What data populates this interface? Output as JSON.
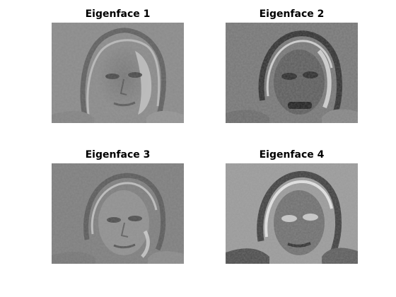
{
  "figure": {
    "panels": [
      {
        "title": "Eigenface 1",
        "background": "#8a8a8a",
        "palette": "light"
      },
      {
        "title": "Eigenface 2",
        "background": "#767676",
        "palette": "dark"
      },
      {
        "title": "Eigenface 3",
        "background": "#7e7e7e",
        "palette": "mid"
      },
      {
        "title": "Eigenface 4",
        "background": "#9a9a9a",
        "palette": "contrast"
      }
    ]
  }
}
